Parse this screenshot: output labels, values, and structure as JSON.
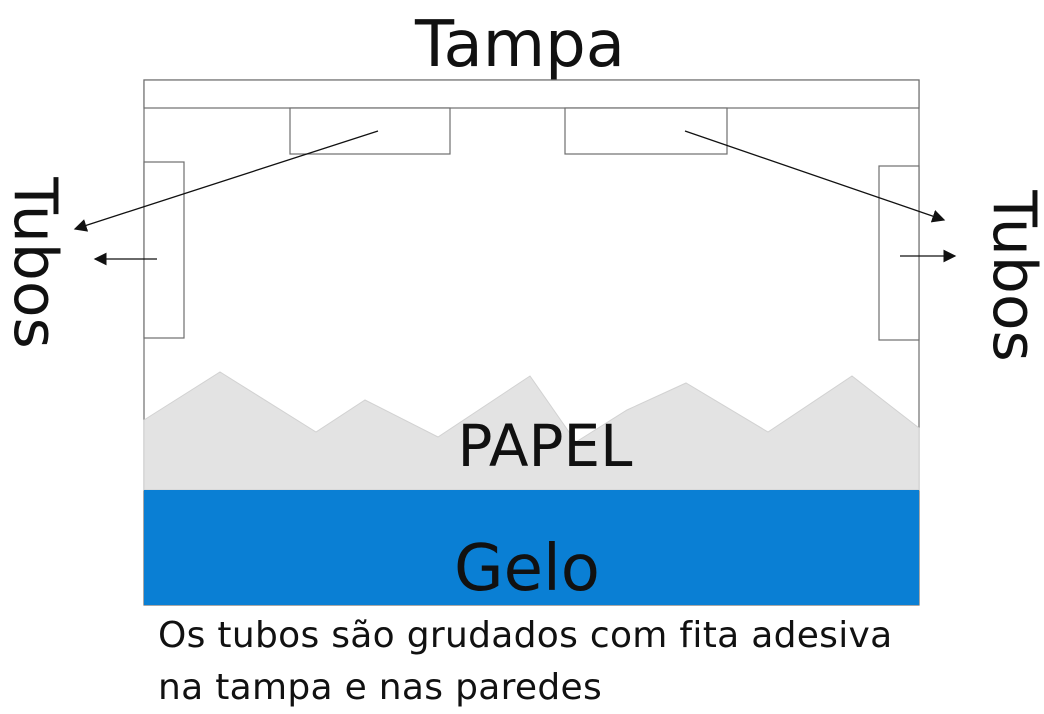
{
  "labels": {
    "lid": "Tampa",
    "paper": "PAPEL",
    "ice": "Gelo",
    "tubes_left": "Tubos",
    "tubes_right": "Tubos"
  },
  "caption": {
    "line1": "Os tubos são grudados com fita adesiva",
    "line2": "na tampa e nas paredes"
  },
  "colors": {
    "ice": "#0a7fd4",
    "paper": "#e3e3e3",
    "outline": "#6e6e6e",
    "arrow": "#111111"
  }
}
